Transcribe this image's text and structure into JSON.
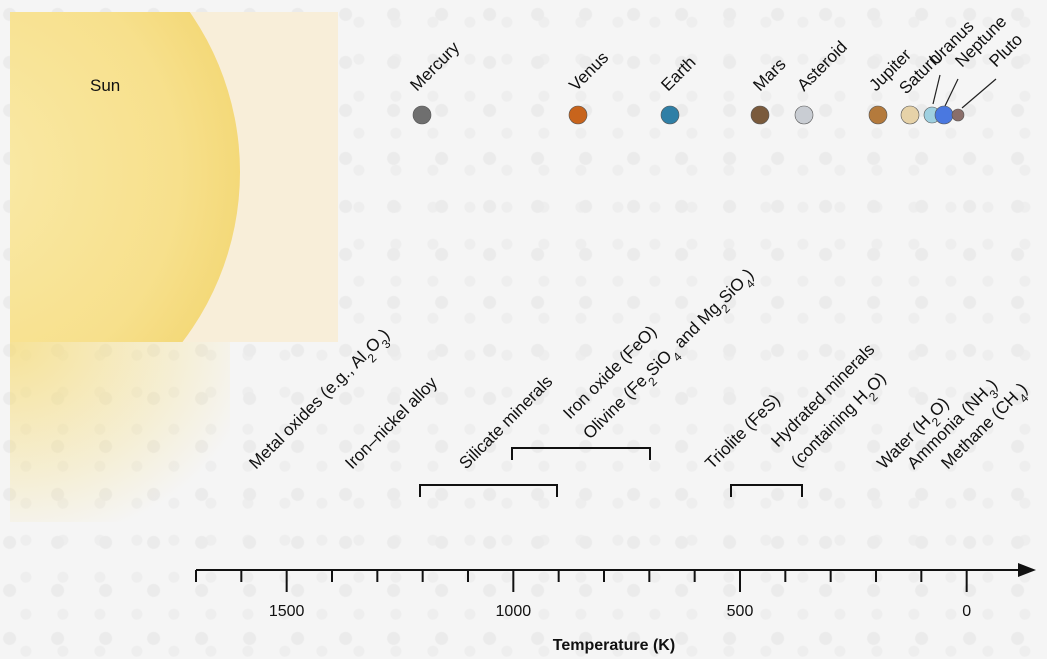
{
  "sun": {
    "label": "Sun"
  },
  "planets": [
    {
      "name": "Mercury",
      "color": "#6f6f6f"
    },
    {
      "name": "Venus",
      "color": "#c8641c"
    },
    {
      "name": "Earth",
      "color": "#2f7fa6"
    },
    {
      "name": "Mars",
      "color": "#7a5a3c"
    },
    {
      "name": "Asteroid",
      "color": "#c9cdd3"
    },
    {
      "name": "Jupiter",
      "color": "#b47a3c"
    },
    {
      "name": "Saturn",
      "color": "#e6d2a8"
    },
    {
      "name": "Uranus",
      "color": "#9fd0e0"
    },
    {
      "name": "Neptune",
      "color": "#4a78e0"
    },
    {
      "name": "Pluto",
      "color": "#8a6e6a"
    }
  ],
  "minerals": [
    {
      "id": "metal-oxides",
      "parts": [
        "Metal oxides (e.g., Al",
        "2",
        "O",
        "3",
        ")"
      ]
    },
    {
      "id": "iron-nickel",
      "parts": [
        "Iron–nickel alloy"
      ]
    },
    {
      "id": "silicate",
      "parts": [
        "Silicate minerals"
      ]
    },
    {
      "id": "iron-oxide",
      "parts": [
        "Iron oxide (FeO)"
      ]
    },
    {
      "id": "olivine",
      "parts": [
        "Olivine (Fe",
        "2",
        "SiO",
        "4",
        " and Mg",
        "2",
        "SiO",
        "4",
        ")"
      ]
    },
    {
      "id": "triolite",
      "parts": [
        "Triolite (FeS)"
      ]
    },
    {
      "id": "hydrated-1",
      "parts": [
        "Hydrated minerals"
      ]
    },
    {
      "id": "hydrated-2",
      "parts": [
        "(containing H",
        "2",
        "O)"
      ]
    },
    {
      "id": "water",
      "parts": [
        "Water (H",
        "2",
        "O)"
      ]
    },
    {
      "id": "ammonia",
      "parts": [
        "Ammonia (NH",
        "3",
        ")"
      ]
    },
    {
      "id": "methane",
      "parts": [
        "Methane (CH",
        "4",
        ")"
      ]
    }
  ],
  "axis": {
    "title": "Temperature (K)",
    "range": [
      1700,
      -100
    ],
    "major_ticks": [
      1500,
      1000,
      500,
      0
    ],
    "minor_step": 100
  }
}
